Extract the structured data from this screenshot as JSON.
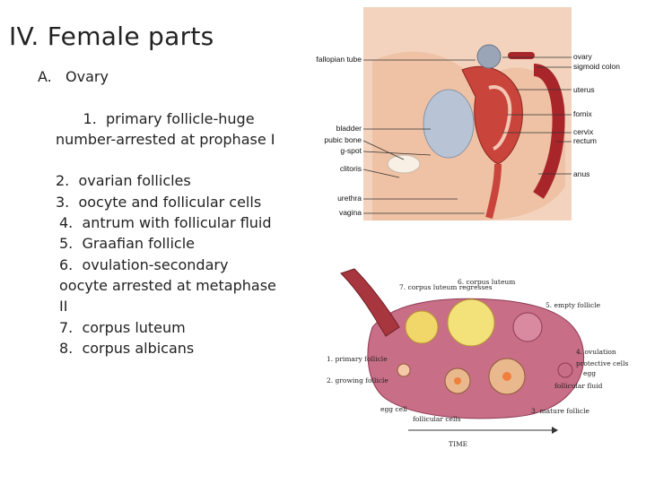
{
  "slide": {
    "title": "IV.  Female parts",
    "outline": {
      "heading": "A.   Ovary",
      "items": [
        "1.  primary follicle-huge number-arrested at prophase I",
        "2.  ovarian follicles",
        "3.  oocyte and follicular cells",
        "4.  antrum with follicular fluid",
        "5.  Graafian follicle",
        "6.  ovulation-secondary oocyte arrested at metaphase II",
        "7.  corpus luteum",
        "8.  corpus albicans"
      ]
    }
  },
  "anatomy_diagram": {
    "labels_left": [
      "fallopian tube",
      "bladder",
      "pubic bone",
      "g-spot",
      "clitoris",
      "urethra",
      "vagina"
    ],
    "labels_right": [
      "ovary",
      "sigmoid colon",
      "uterus",
      "fornix",
      "cervix",
      "rectum",
      "anus"
    ],
    "colors": {
      "tissue": "#f3d3bd",
      "muscle": "#c9443b",
      "organ": "#a8262a",
      "bladder": "#b8c4d6"
    }
  },
  "ovary_diagram": {
    "labels": [
      "7. corpus luteum regresses",
      "6. corpus luteum",
      "5. empty follicle",
      "4. ovulation",
      "protective cells",
      "egg",
      "follicular fluid",
      "1. primary follicle",
      "2. growing follicle",
      "egg cell",
      "follicular cells",
      "3. mature follicle",
      "TIME"
    ],
    "colors": {
      "stroma": "#c86e86",
      "tube": "#a8363f",
      "luteum": "#f3e27a",
      "follicle": "#e9b98d"
    }
  }
}
